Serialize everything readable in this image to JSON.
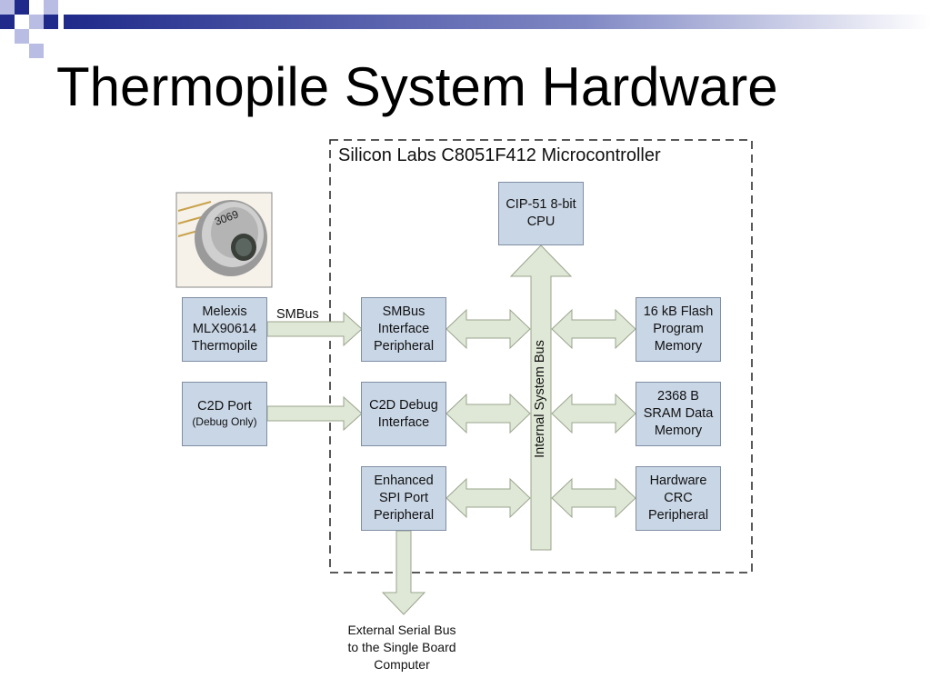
{
  "title": "Thermopile System Hardware",
  "microcontroller_label": "Silicon Labs C8051F412 Microcontroller",
  "cpu": [
    "CIP-51 8-bit",
    "CPU"
  ],
  "bus_label": "Internal System Bus",
  "smbus_label": "SMBus",
  "external": {
    "thermopile": [
      "Melexis",
      "MLX90614",
      "Thermopile"
    ],
    "c2d_port": [
      "C2D Port",
      "(Debug Only)"
    ]
  },
  "peripherals": {
    "smbus": [
      "SMBus",
      "Interface",
      "Peripheral"
    ],
    "c2d": [
      "C2D Debug",
      "Interface"
    ],
    "spi": [
      "Enhanced",
      "SPI Port",
      "Peripheral"
    ]
  },
  "memories": {
    "flash": [
      "16 kB Flash",
      "Program",
      "Memory"
    ],
    "sram": [
      "2368 B",
      "SRAM Data",
      "Memory"
    ],
    "crc": [
      "Hardware",
      "CRC",
      "Peripheral"
    ]
  },
  "external_bus_label": [
    "External Serial Bus",
    "to the Single Board",
    "Computer"
  ],
  "colors": {
    "box_fill": "#c9d6e6",
    "arrow_fill": "#dfe8d6",
    "arrow_stroke": "#9aa48c",
    "deco_dark": "#1f2a8a",
    "deco_light": "#b9bde3"
  }
}
